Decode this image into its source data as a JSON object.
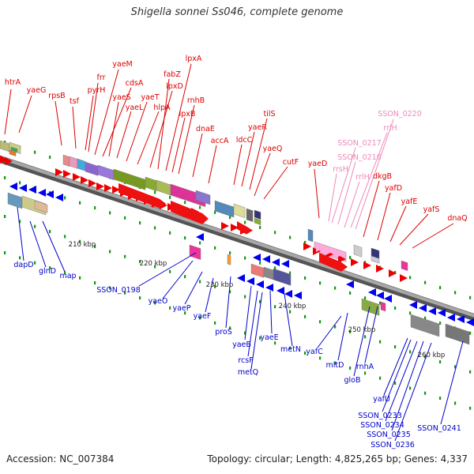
{
  "title": "Shigella sonnei Ss046, complete genome",
  "footer": {
    "accession": "Accession: NC_007384",
    "topology": "Topology: circular; Length: 4,825,265 bp; Genes: 4,337"
  },
  "colors": {
    "forward_label": "#dd0000",
    "reverse_label": "#0000cc",
    "pseudo_label": "#ee88bb",
    "backbone": "#8c8c8c",
    "tick": "#119911"
  },
  "scale_labels": [
    "210 kbp",
    "220 kbp",
    "230 kbp",
    "240 kbp",
    "250 kbp",
    "260 kbp"
  ],
  "forward_genes": [
    "htrA",
    "yaeG",
    "rpsB",
    "tsf",
    "pyrH",
    "frr",
    "yaeM",
    "cdsA",
    "yaeS",
    "yaeL",
    "yaeT",
    "hlpA",
    "lpxD",
    "fabZ",
    "lpxA",
    "lpxB",
    "rnhB",
    "dnaE",
    "accA",
    "ldcC",
    "yaeR",
    "tilS",
    "yaeQ",
    "cutF",
    "yaeD",
    "dkgB",
    "yafD",
    "yafE",
    "yafS",
    "dnaQ"
  ],
  "pseudo_genes": [
    "SSON_0220",
    "rrlH",
    "SSON_0217",
    "SSON_0216",
    "rrsH",
    "rrlH"
  ],
  "reverse_genes": [
    "dapD",
    "glnD",
    "map",
    "SSON_0198",
    "yaeO",
    "yaeP",
    "yaeF",
    "proS",
    "yaeB",
    "rcsF",
    "metQ",
    "yaeE",
    "metN",
    "yafC",
    "mltD",
    "gloB",
    "rnhA",
    "yafU",
    "SSON_0233",
    "SSON_0234",
    "SSON_0235",
    "SSON_0236",
    "SSON_0241"
  ]
}
